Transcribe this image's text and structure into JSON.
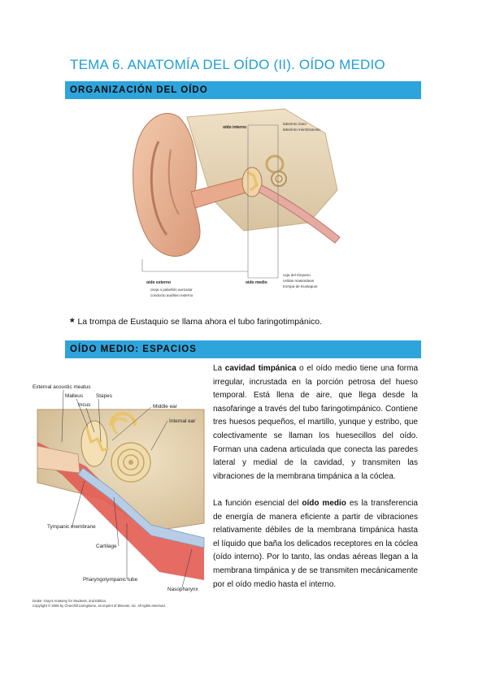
{
  "title": "TEMA 6. ANATOMÍA DEL OÍDO (II). OÍDO MEDIO",
  "sections": {
    "organizacion": "ORGANIZACIÓN DEL OÍDO",
    "espacios": "OÍDO MEDIO: ESPACIOS"
  },
  "figure1": {
    "oido_interno": "oído interno",
    "laberinto_oseo": "laberinto óseo",
    "laberinto_membranoso": "laberinto membranoso",
    "oido_externo": "oído externo",
    "oreja": "oreja o pabellón auricular",
    "conducto": "conducto auditivo externo",
    "oido_medio": "oído medio",
    "caja": "caja del tímpano",
    "celdas": "celdas mastoideas",
    "trompa": "trompa de Eustaquio"
  },
  "note": "La trompa de Eustaquio se llama ahora el tubo faringotimpánico.",
  "figure2": {
    "external_meatus": "External acoustic meatus",
    "malleus": "Malleus",
    "stapes": "Stapes",
    "incus": "Incus",
    "middle_ear": "Middle ear",
    "internal_ear": "Internal ear",
    "tympanic": "Tympanic membrane",
    "cartilage": "Cartilage",
    "pharyngo": "Pharyngotympanic tube",
    "nasopharynx": "Nasopharynx",
    "credit1": "Drake: Gray's Anatomy for Students, 2nd Edition.",
    "credit2": "Copyright © 2005 by Churchill Livingstone, an imprint of Elsevier, Inc. All rights reserved."
  },
  "paragraph1": {
    "pre": "La ",
    "bold": "cavidad timpánica",
    "post": " o el oído medio tiene una forma irregular, incrustada en la porción petrosa del hueso temporal. Está llena de aire, que llega desde la nasofaringe a través del tubo faringotimpánico. Contiene tres huesos pequeños, el martillo, yunque y estribo, que colectivamente se llaman los huesecillos del oído. Forman una cadena articulada que conecta las paredes lateral y medial de la cavidad, y transmiten las vibraciones de la membrana timpánica a la cóclea."
  },
  "paragraph2": {
    "pre": "La función esencial del ",
    "bold": "oído medio",
    "post": " es la transferencia de energía de manera eficiente a partir de vibraciones relativamente débiles de la membrana timpánica hasta el líquido que baña los delicados receptores en la cóclea (oído interno). Por lo tanto, las ondas aéreas llegan a la membrana timpánica y de se transmiten mecánicamente por el oído medio hasta el interno."
  }
}
